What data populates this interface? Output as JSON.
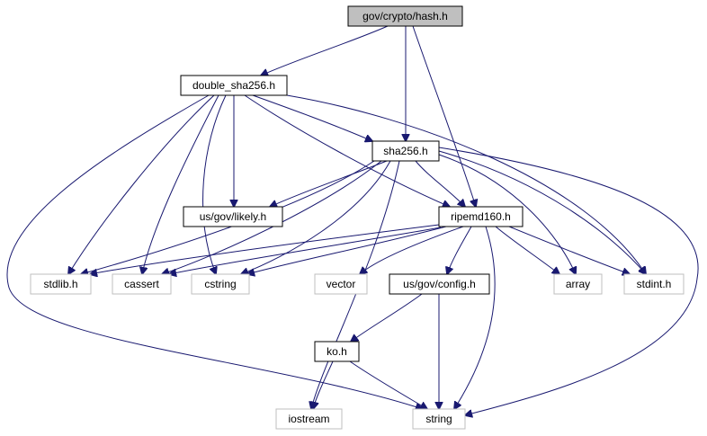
{
  "colors": {
    "edge": "#191970",
    "root_fill": "#bfbfbf",
    "node_fill": "#ffffff",
    "documented_border": "#000000",
    "external_border": "#bfbfbf"
  },
  "nodes": {
    "hash": {
      "label": "gov/crypto/hash.h",
      "kind": "root"
    },
    "double_sha256": {
      "label": "double_sha256.h",
      "kind": "documented"
    },
    "sha256": {
      "label": "sha256.h",
      "kind": "documented"
    },
    "likely": {
      "label": "us/gov/likely.h",
      "kind": "documented"
    },
    "ripemd160": {
      "label": "ripemd160.h",
      "kind": "documented"
    },
    "stdlib": {
      "label": "stdlib.h",
      "kind": "external"
    },
    "cassert": {
      "label": "cassert",
      "kind": "external"
    },
    "cstring": {
      "label": "cstring",
      "kind": "external"
    },
    "vector": {
      "label": "vector",
      "kind": "external"
    },
    "config": {
      "label": "us/gov/config.h",
      "kind": "documented"
    },
    "array": {
      "label": "array",
      "kind": "external"
    },
    "stdint": {
      "label": "stdint.h",
      "kind": "external"
    },
    "ko": {
      "label": "ko.h",
      "kind": "documented"
    },
    "iostream": {
      "label": "iostream",
      "kind": "external"
    },
    "string": {
      "label": "string",
      "kind": "external"
    }
  },
  "edges": [
    [
      "hash",
      "double_sha256"
    ],
    [
      "hash",
      "sha256"
    ],
    [
      "hash",
      "ripemd160"
    ],
    [
      "double_sha256",
      "sha256"
    ],
    [
      "double_sha256",
      "likely"
    ],
    [
      "double_sha256",
      "ripemd160"
    ],
    [
      "double_sha256",
      "stdlib"
    ],
    [
      "double_sha256",
      "cassert"
    ],
    [
      "double_sha256",
      "cstring"
    ],
    [
      "double_sha256",
      "stdint"
    ],
    [
      "double_sha256",
      "string"
    ],
    [
      "sha256",
      "likely"
    ],
    [
      "sha256",
      "ripemd160"
    ],
    [
      "sha256",
      "stdlib"
    ],
    [
      "sha256",
      "cassert"
    ],
    [
      "sha256",
      "cstring"
    ],
    [
      "sha256",
      "iostream"
    ],
    [
      "sha256",
      "array"
    ],
    [
      "sha256",
      "stdint"
    ],
    [
      "sha256",
      "string"
    ],
    [
      "ripemd160",
      "stdlib"
    ],
    [
      "ripemd160",
      "cassert"
    ],
    [
      "ripemd160",
      "cstring"
    ],
    [
      "ripemd160",
      "vector"
    ],
    [
      "ripemd160",
      "config"
    ],
    [
      "ripemd160",
      "array"
    ],
    [
      "ripemd160",
      "stdint"
    ],
    [
      "ripemd160",
      "string"
    ],
    [
      "config",
      "ko"
    ],
    [
      "config",
      "string"
    ],
    [
      "ko",
      "iostream"
    ],
    [
      "ko",
      "string"
    ]
  ]
}
